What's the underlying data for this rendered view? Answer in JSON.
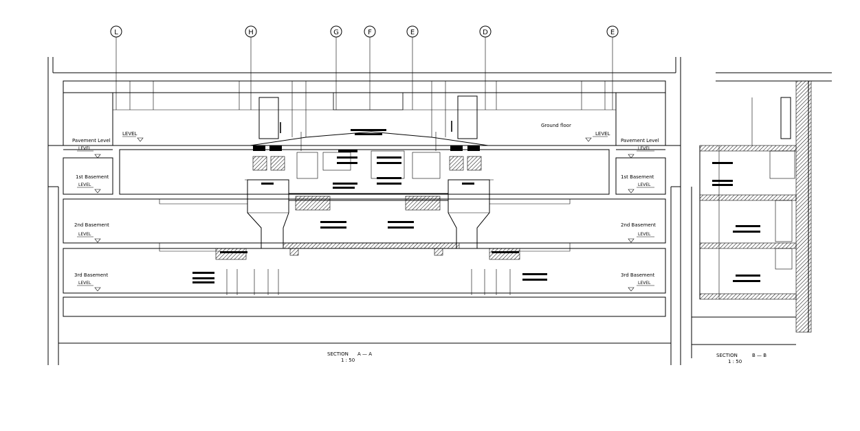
{
  "grid_labels": [
    "L",
    "H",
    "G",
    "F",
    "E",
    "D",
    "E"
  ],
  "section_a": {
    "title": "SECTION",
    "mark": "A — A",
    "scale": "1  :  50",
    "levels_left": [
      {
        "name": "Pavement Level",
        "tag": "LEVEL"
      },
      {
        "name": "1st Basement",
        "tag": "LEVEL"
      },
      {
        "name": "2nd Basement",
        "tag": "LEVEL"
      },
      {
        "name": "3rd Basement",
        "tag": "LEVEL"
      }
    ],
    "levels_right": [
      {
        "name": "Pavement Level",
        "tag": "LEVEL"
      },
      {
        "name": "1st Basement",
        "tag": "LEVEL"
      },
      {
        "name": "2nd Basement",
        "tag": "LEVEL"
      },
      {
        "name": "3rd Basement",
        "tag": "LEVEL"
      }
    ],
    "ground_floor": "Ground floor",
    "ground_left_tag": "LEVEL",
    "ground_right_tag": "LEVEL"
  },
  "section_b": {
    "title": "SECTION",
    "mark": "B  —  B",
    "scale": "1  :  50"
  }
}
